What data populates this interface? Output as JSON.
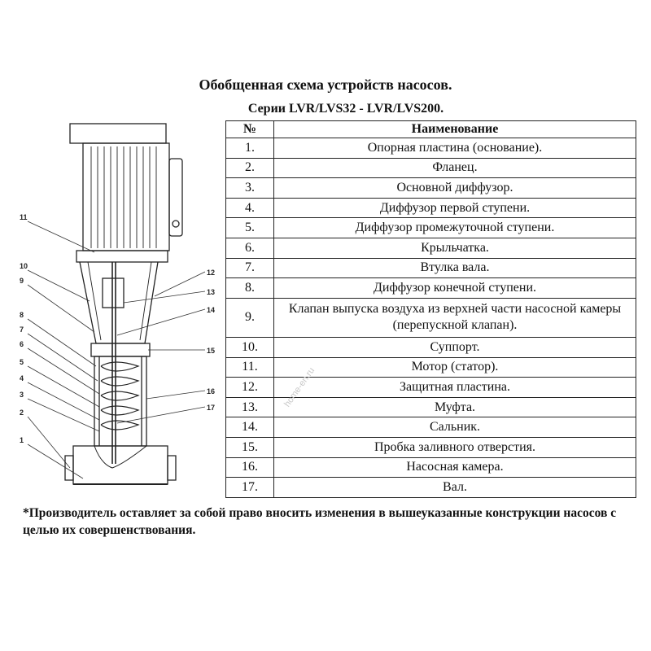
{
  "title": "Обобщенная схема устройств насосов.",
  "subtitle": "Серии LVR/LVS32 - LVR/LVS200.",
  "table": {
    "headers": [
      "№",
      "Наименование"
    ],
    "rows": [
      {
        "num": "1.",
        "name": "Опорная пластина (основание)."
      },
      {
        "num": "2.",
        "name": "Фланец."
      },
      {
        "num": "3.",
        "name": "Основной диффузор."
      },
      {
        "num": "4.",
        "name": "Диффузор первой ступени."
      },
      {
        "num": "5.",
        "name": "Диффузор промежуточной ступени."
      },
      {
        "num": "6.",
        "name": "Крыльчатка."
      },
      {
        "num": "7.",
        "name": "Втулка вала."
      },
      {
        "num": "8.",
        "name": "Диффузор конечной ступени."
      },
      {
        "num": "9.",
        "name": "Клапан выпуска воздуха из верхней части насосной камеры (перепускной клапан)."
      },
      {
        "num": "10.",
        "name": "Суппорт."
      },
      {
        "num": "11.",
        "name": "Мотор (статор)."
      },
      {
        "num": "12.",
        "name": "Защитная пластина."
      },
      {
        "num": "13.",
        "name": "Муфта."
      },
      {
        "num": "14.",
        "name": "Сальник."
      },
      {
        "num": "15.",
        "name": "Пробка заливного отверстия."
      },
      {
        "num": "16.",
        "name": "Насосная камера."
      },
      {
        "num": "17.",
        "name": "Вал."
      }
    ]
  },
  "diagram_callouts": [
    "11",
    "10",
    "9",
    "8",
    "7",
    "6",
    "5",
    "4",
    "3",
    "2",
    "1",
    "12",
    "13",
    "14",
    "15",
    "16",
    "17"
  ],
  "footnote": "*Производитель оставляет за собой право вносить изменения в вышеуказанные конструкции насосов с целью их совершенствования.",
  "watermark": "home-en.ru"
}
